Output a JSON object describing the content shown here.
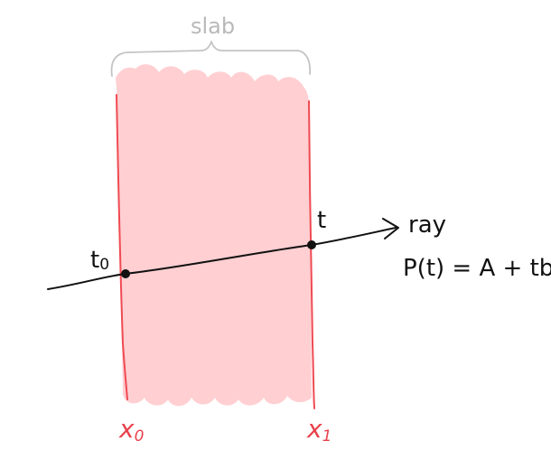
{
  "labels": {
    "slab": "slab",
    "ray": "ray",
    "t": "t",
    "t0_base": "t",
    "t0_sub": "0",
    "equation": "P(t) = A + tb",
    "x0_base": "x",
    "x0_sub": "0",
    "x1_base": "x",
    "x1_sub": "1"
  },
  "colors": {
    "slab_fill": "#ffcfd2",
    "slab_edge": "#ef4a52",
    "brace": "#c4c4c4",
    "ray": "#111111",
    "point": "#111111",
    "x_labels": "#e8404a"
  },
  "icons": {
    "ray_head": "arrowhead-icon"
  }
}
